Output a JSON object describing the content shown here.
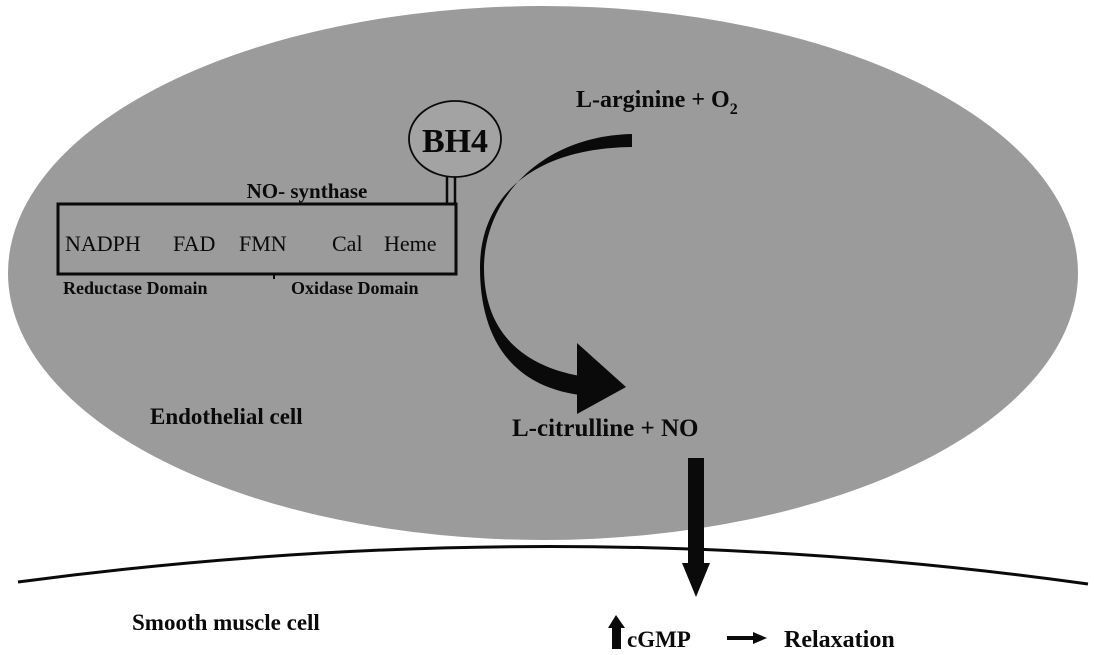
{
  "colors": {
    "cell_fill": "#9b9b9b",
    "ink": "#0a0a0a",
    "background": "#ffffff",
    "bh4_fill": "#a3a3a3"
  },
  "endothelial_cell": {
    "label": "Endothelial cell"
  },
  "smooth_muscle_cell": {
    "label": "Smooth muscle cell"
  },
  "bh4": {
    "label": "BH4"
  },
  "no_synthase": {
    "title": "NO- synthase",
    "components": [
      "NADPH",
      "FAD",
      "FMN",
      "Cal",
      "Heme"
    ],
    "domains": {
      "reductase": "Reductase Domain",
      "oxidase": "Oxidase Domain"
    }
  },
  "reaction": {
    "substrate": "L-arginine + O",
    "substrate_subscript": "2",
    "product_main": "L-citrulline",
    "product_plus": " + NO"
  },
  "downstream": {
    "increase_icon": "up-arrow-icon",
    "messenger": "cGMP",
    "effect": "Relaxation"
  }
}
